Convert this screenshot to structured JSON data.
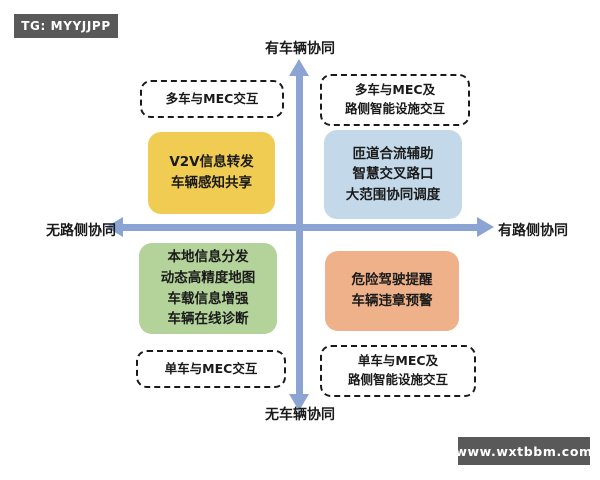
{
  "watermarks": {
    "top_left_badge": "TG: MYYJJPP",
    "bottom_right_badge": "www.wxtbbm.com"
  },
  "axes": {
    "vertical": {
      "top_label": "有车辆协同",
      "bottom_label": "无车辆协同",
      "color": "#8ba4d4"
    },
    "horizontal": {
      "left_label": "无路侧协同",
      "right_label": "有路侧协同",
      "color": "#8ba4d4"
    }
  },
  "quadrants": {
    "top_left": {
      "color": "#f0cc53",
      "lines": [
        "V2V信息转发",
        "车辆感知共享"
      ],
      "callout": {
        "lines": [
          "多车与MEC交互"
        ]
      }
    },
    "top_right": {
      "color": "#c3d8e9",
      "lines": [
        "匝道合流辅助",
        "智慧交叉路口",
        "大范围协同调度"
      ],
      "callout": {
        "lines": [
          "多车与MEC及",
          "路侧智能设施交互"
        ]
      }
    },
    "bottom_left": {
      "color": "#b3d39a",
      "lines": [
        "本地信息分发",
        "动态高精度地图",
        "车载信息增强",
        "车辆在线诊断"
      ],
      "callout": {
        "lines": [
          "单车与MEC交互"
        ]
      }
    },
    "bottom_right": {
      "color": "#eeb189",
      "lines": [
        "危险驾驶提醒",
        "车辆违章预警"
      ],
      "callout": {
        "lines": [
          "单车与MEC及",
          "路侧智能设施交互"
        ]
      }
    }
  }
}
